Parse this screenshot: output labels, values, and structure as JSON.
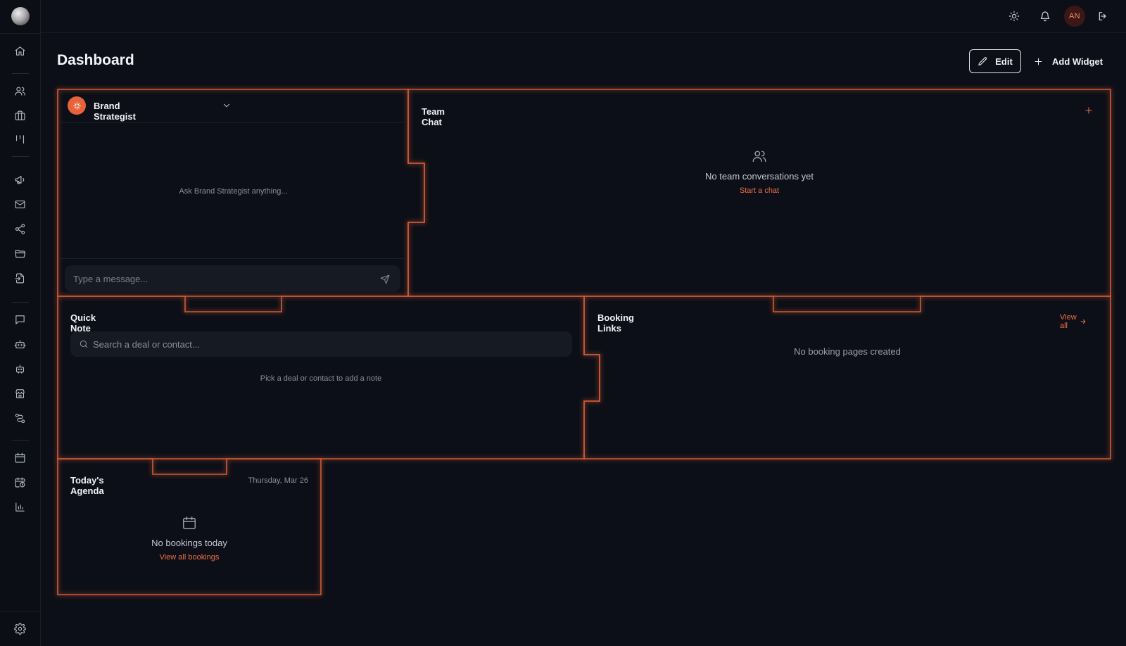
{
  "app": {
    "title": "Dashboard",
    "colors": {
      "accent": "#ee6f45",
      "background": "#0c0f17",
      "glow": "#e8633a"
    }
  },
  "sidebar": {
    "logo_icon": "globe-logo-icon",
    "items": [
      {
        "icon": "home-icon"
      },
      {
        "icon": "users-icon"
      },
      {
        "icon": "briefcase-icon"
      },
      {
        "icon": "kanban-icon"
      },
      {
        "icon": "megaphone-icon"
      },
      {
        "icon": "mail-icon"
      },
      {
        "icon": "share-icon"
      },
      {
        "icon": "folder-icon"
      },
      {
        "icon": "file-import-icon"
      },
      {
        "icon": "chat-icon"
      },
      {
        "icon": "bot-icon"
      },
      {
        "icon": "bot-alt-icon"
      },
      {
        "icon": "store-icon"
      },
      {
        "icon": "route-icon"
      },
      {
        "icon": "calendar-icon"
      },
      {
        "icon": "calendar-clock-icon"
      },
      {
        "icon": "bar-chart-icon"
      }
    ],
    "settings_icon": "gear-icon"
  },
  "topbar": {
    "theme_icon": "sun-icon",
    "notifications_icon": "bell-icon",
    "avatar_initials": "AN",
    "logout_icon": "logout-icon"
  },
  "header": {
    "edit_label": "Edit",
    "add_widget_label": "Add Widget"
  },
  "widgets": {
    "brand_strategist": {
      "title": "Brand Strategist",
      "empty_prompt": "Ask Brand Strategist anything...",
      "input_placeholder": "Type a message..."
    },
    "team_chat": {
      "title": "Team Chat",
      "empty_title": "No team conversations yet",
      "empty_link": "Start a chat"
    },
    "quick_note": {
      "title": "Quick Note",
      "search_placeholder": "Search a deal or contact...",
      "hint": "Pick a deal or contact to add a note"
    },
    "booking_links": {
      "title": "Booking Links",
      "view_all": "View all",
      "empty_title": "No booking pages created"
    },
    "todays_agenda": {
      "title": "Today's Agenda",
      "date": "Thursday, Mar 26",
      "empty_title": "No bookings today",
      "empty_link": "View all bookings"
    }
  }
}
